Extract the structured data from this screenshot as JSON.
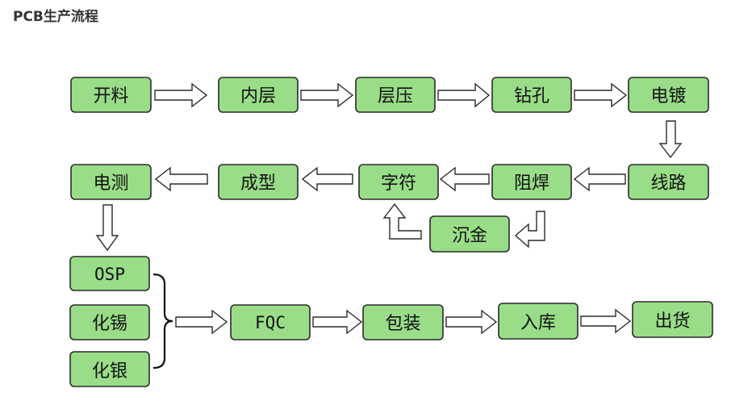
{
  "title": "PCB生产流程",
  "colors": {
    "node_fill": "#99dd88",
    "node_stroke": "#2b2b2b",
    "arrow_fill": "#ffffff"
  },
  "steps": {
    "kailiao": "开料",
    "neiceng": "内层",
    "cengya": "层压",
    "zuankong": "钻孔",
    "diandu": "电镀",
    "xianlu": "线路",
    "zuhan": "阻焊",
    "zifu": "字符",
    "chenjin": "沉金",
    "chengxing": "成型",
    "dianche": "电测",
    "osp": "OSP",
    "huaxi": "化锡",
    "huayin": "化银",
    "fqc": "FQC",
    "baozhuang": "包装",
    "ruku": "入库",
    "chuhuo": "出货"
  }
}
